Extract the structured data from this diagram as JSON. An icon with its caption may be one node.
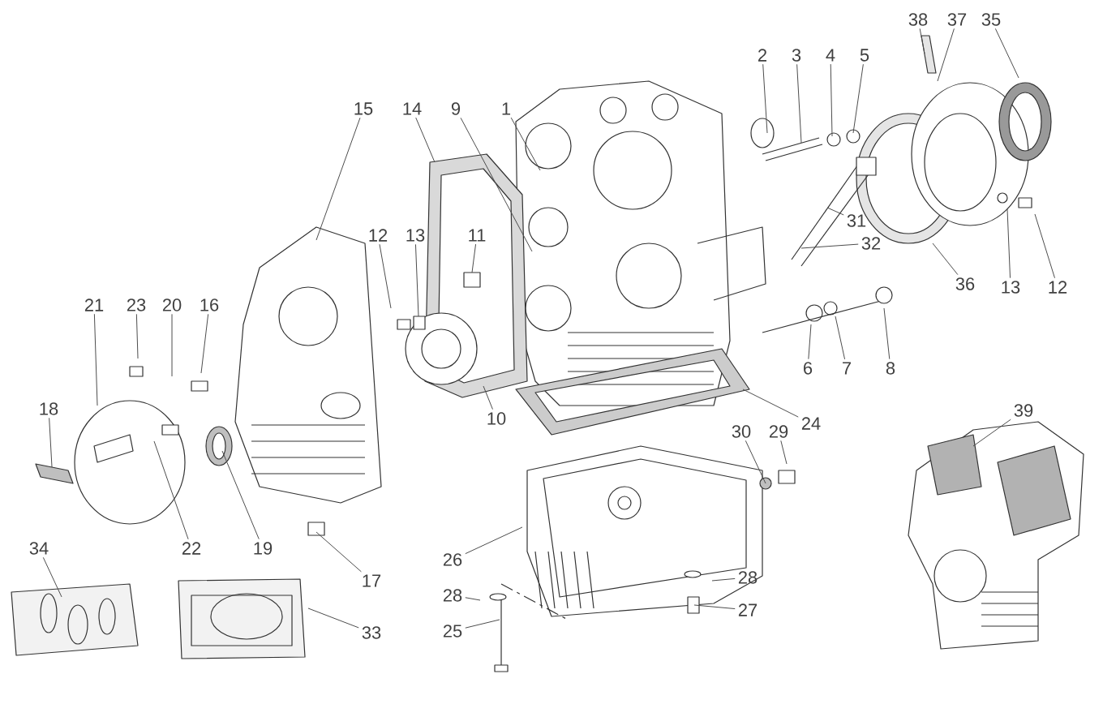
{
  "diagram": {
    "nodes": [
      {
        "text": [
          "38"
        ]
      },
      {
        "text": [
          "37"
        ]
      },
      {
        "text": [
          "35"
        ]
      },
      {
        "text": [
          "2"
        ]
      },
      {
        "text": [
          "3"
        ]
      },
      {
        "text": [
          "4"
        ]
      },
      {
        "text": [
          "5"
        ]
      },
      {
        "text": [
          "15"
        ]
      },
      {
        "text": [
          "14"
        ]
      },
      {
        "text": [
          "9"
        ]
      },
      {
        "text": [
          "1"
        ]
      },
      {
        "text": [
          "31"
        ]
      },
      {
        "text": [
          "32"
        ]
      },
      {
        "text": [
          "12"
        ]
      },
      {
        "text": [
          "13"
        ]
      },
      {
        "text": [
          "11"
        ]
      },
      {
        "text": [
          "36"
        ]
      },
      {
        "text": [
          "13"
        ]
      },
      {
        "text": [
          "12"
        ]
      },
      {
        "text": [
          "21"
        ]
      },
      {
        "text": [
          "23"
        ]
      },
      {
        "text": [
          "20"
        ]
      },
      {
        "text": [
          "16"
        ]
      },
      {
        "text": [
          "6"
        ]
      },
      {
        "text": [
          "7"
        ]
      },
      {
        "text": [
          "8"
        ]
      },
      {
        "text": [
          "18"
        ]
      },
      {
        "text": [
          "39"
        ]
      },
      {
        "text": [
          "10"
        ]
      },
      {
        "text": [
          "24"
        ]
      },
      {
        "text": [
          "30"
        ]
      },
      {
        "text": [
          "29"
        ]
      },
      {
        "text": [
          "34"
        ]
      },
      {
        "text": [
          "22"
        ]
      },
      {
        "text": [
          "19"
        ]
      },
      {
        "text": [
          "26"
        ]
      },
      {
        "text": [
          "17"
        ]
      },
      {
        "text": [
          "28"
        ]
      },
      {
        "text": [
          "28"
        ]
      },
      {
        "text": [
          "27"
        ]
      },
      {
        "text": [
          "25"
        ]
      },
      {
        "text": [
          "33"
        ]
      }
    ],
    "edges": [
      {
        "from": 0,
        "to": null,
        "arrow": "none"
      },
      {
        "from": 1,
        "to": null,
        "arrow": "none"
      },
      {
        "from": 2,
        "to": null,
        "arrow": "none"
      },
      {
        "from": 3,
        "to": null,
        "arrow": "none"
      },
      {
        "from": 4,
        "to": null,
        "arrow": "none"
      },
      {
        "from": 5,
        "to": null,
        "arrow": "none"
      },
      {
        "from": 6,
        "to": null,
        "arrow": "none"
      },
      {
        "from": 7,
        "to": null,
        "arrow": "none"
      },
      {
        "from": 8,
        "to": null,
        "arrow": "none"
      },
      {
        "from": 9,
        "to": null,
        "arrow": "none"
      },
      {
        "from": 10,
        "to": null,
        "arrow": "none"
      },
      {
        "from": 11,
        "to": null,
        "arrow": "none"
      },
      {
        "from": 12,
        "to": null,
        "arrow": "none"
      },
      {
        "from": 13,
        "to": null,
        "arrow": "none"
      },
      {
        "from": 14,
        "to": null,
        "arrow": "none"
      },
      {
        "from": 15,
        "to": null,
        "arrow": "none"
      },
      {
        "from": 16,
        "to": null,
        "arrow": "none"
      },
      {
        "from": 17,
        "to": null,
        "arrow": "none"
      },
      {
        "from": 18,
        "to": null,
        "arrow": "none"
      },
      {
        "from": 19,
        "to": null,
        "arrow": "none"
      },
      {
        "from": 20,
        "to": null,
        "arrow": "none"
      },
      {
        "from": 21,
        "to": null,
        "arrow": "none"
      },
      {
        "from": 22,
        "to": null,
        "arrow": "none"
      },
      {
        "from": 23,
        "to": null,
        "arrow": "none"
      },
      {
        "from": 24,
        "to": null,
        "arrow": "none"
      },
      {
        "from": 25,
        "to": null,
        "arrow": "none"
      },
      {
        "from": 26,
        "to": null,
        "arrow": "none"
      },
      {
        "from": 27,
        "to": null,
        "arrow": "none"
      },
      {
        "from": 28,
        "to": null,
        "arrow": "none"
      },
      {
        "from": 29,
        "to": null,
        "arrow": "none"
      },
      {
        "from": 30,
        "to": null,
        "arrow": "none"
      },
      {
        "from": 31,
        "to": null,
        "arrow": "none"
      },
      {
        "from": 32,
        "to": null,
        "arrow": "none"
      },
      {
        "from": 33,
        "to": null,
        "arrow": "none"
      },
      {
        "from": 34,
        "to": null,
        "arrow": "none"
      },
      {
        "from": 35,
        "to": null,
        "arrow": "none"
      },
      {
        "from": 36,
        "to": null,
        "arrow": "none"
      },
      {
        "from": 37,
        "to": null,
        "arrow": "none"
      },
      {
        "from": 38,
        "to": null,
        "arrow": "none"
      },
      {
        "from": 39,
        "to": null,
        "arrow": "none"
      },
      {
        "from": 40,
        "to": null,
        "arrow": "none"
      },
      {
        "from": 41,
        "to": null,
        "arrow": "none"
      }
    ]
  }
}
